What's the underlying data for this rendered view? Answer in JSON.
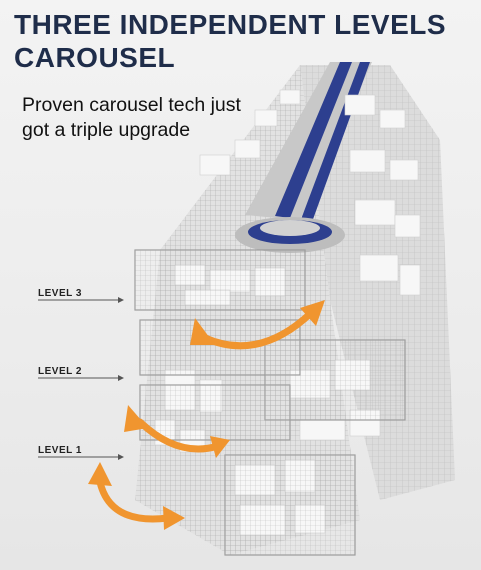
{
  "title": "THREE INDEPENDENT LEVELS CAROUSEL",
  "subtitle": "Proven carousel tech just got a triple upgrade",
  "levels": [
    {
      "label": "LEVEL 3"
    },
    {
      "label": "LEVEL 2"
    },
    {
      "label": "LEVEL 1"
    }
  ],
  "colors": {
    "title": "#1f2d4a",
    "arrow": "#f0952f",
    "conveyor": "#2d3f8f",
    "frame": "#c9c9c9"
  },
  "icons": {
    "rotation_arrow": "curved-double-arrow-icon"
  }
}
